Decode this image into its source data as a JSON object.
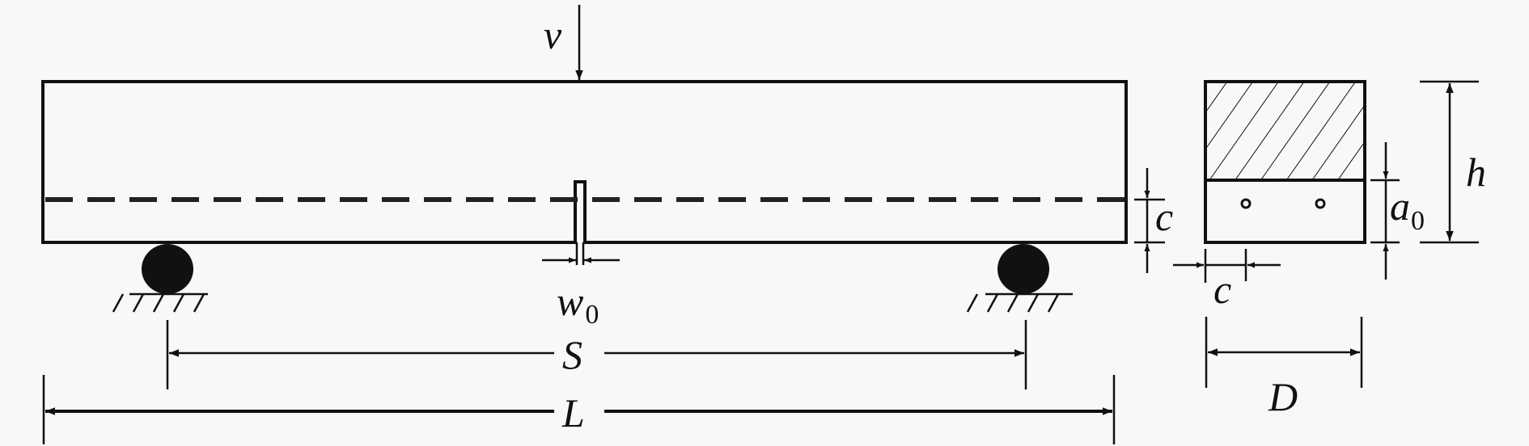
{
  "labels": {
    "load": "v",
    "notch_width": "w",
    "notch_width_sub": "0",
    "span": "S",
    "length": "L",
    "cover_side": "c",
    "cover_bottom": "c",
    "notch_depth": "a",
    "notch_depth_sub": "0",
    "height": "h",
    "width": "D"
  },
  "colors": {
    "line": "#111111",
    "background": "#f8f8f8"
  }
}
